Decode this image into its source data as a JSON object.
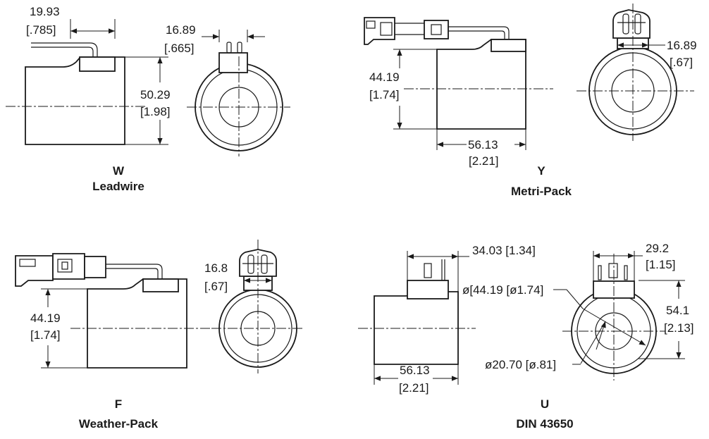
{
  "colors": {
    "ink": "#1a1a1a",
    "background": "#ffffff"
  },
  "views": [
    {
      "code": "W",
      "name": "Leadwire",
      "dims": [
        "19.93",
        "[.785]",
        "16.89",
        "[.665]",
        "50.29",
        "[1.98]"
      ]
    },
    {
      "code": "Y",
      "name": "Metri-Pack",
      "dims": [
        "44.19",
        "[1.74]",
        "56.13",
        "[2.21]",
        "16.89",
        "[.67]"
      ]
    },
    {
      "code": "F",
      "name": "Weather-Pack",
      "dims": [
        "16.8",
        "[.67]",
        "44.19",
        "[1.74]"
      ]
    },
    {
      "code": "U",
      "name": "DIN 43650",
      "dims": [
        "34.03 [1.34]",
        "ø[44.19  [ø1.74]",
        "56.13",
        "[2.21]",
        "29.2",
        "[1.15]",
        "54.1",
        "[2.13]",
        "ø20.70  [ø.81]"
      ]
    }
  ]
}
